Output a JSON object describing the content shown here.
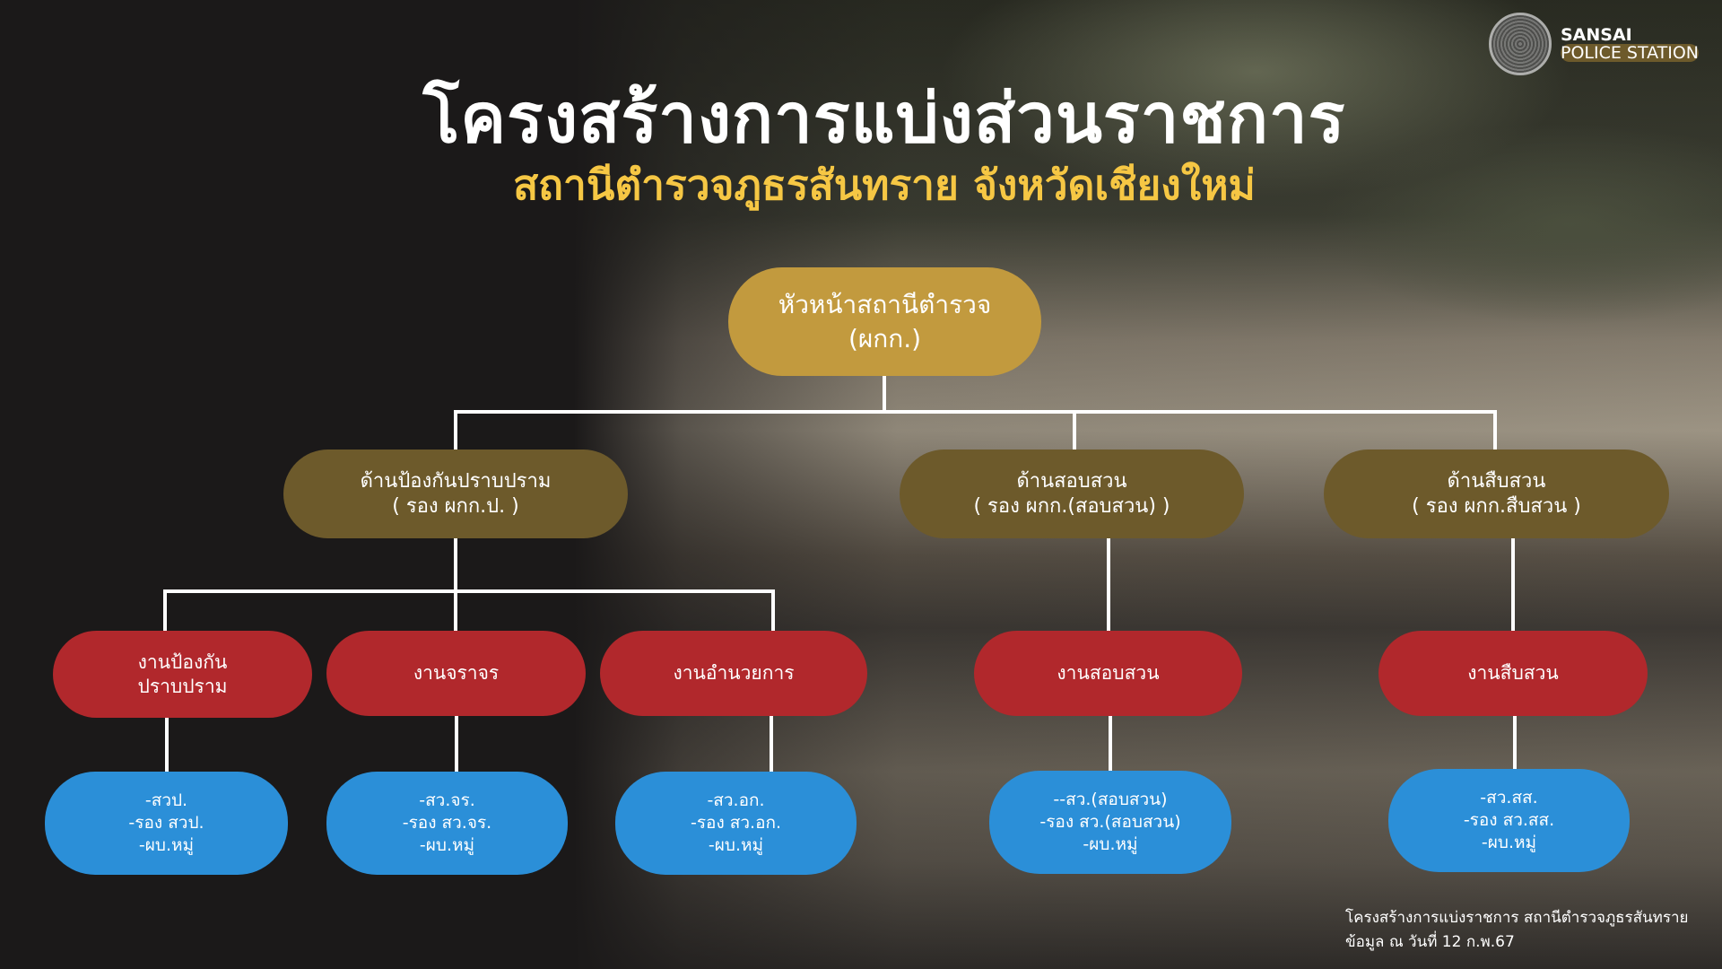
{
  "header": {
    "title": "โครงสร้างการแบ่งส่วนราชการ",
    "subtitle": "สถานีตำรวจภูธรสันทราย จังหวัดเชียงใหม่"
  },
  "logo": {
    "line1": "SANSAI",
    "line2": "POLICE STATION"
  },
  "chart": {
    "head": {
      "line1": "หัวหน้าสถานีตำรวจ",
      "line2": "(ผกก.)"
    },
    "divisions": [
      {
        "line1": "ด้านป้องกันปราบปราม",
        "line2": "( รอง ผกก.ป. )"
      },
      {
        "line1": "ด้านสอบสวน",
        "line2": "( รอง ผกก.(สอบสวน) )"
      },
      {
        "line1": "ด้านสืบสวน",
        "line2": "( รอง ผกก.สืบสวน )"
      }
    ],
    "units": [
      {
        "line1": "งานป้องกัน",
        "line2": "ปราบปราม"
      },
      {
        "line1": "งานจราจร"
      },
      {
        "line1": "งานอำนวยการ"
      },
      {
        "line1": "งานสอบสวน"
      },
      {
        "line1": "งานสืบสวน"
      }
    ],
    "staff": [
      [
        "-สวป.",
        "-รอง สวป.",
        "-ผบ.หมู่"
      ],
      [
        "-สว.จร.",
        "-รอง สว.จร.",
        "-ผบ.หมู่"
      ],
      [
        "-สว.อก.",
        "-รอง สว.อก.",
        "-ผบ.หมู่"
      ],
      [
        "--สว.(สอบสวน)",
        "-รอง สว.(สอบสวน)",
        "-ผบ.หมู่"
      ],
      [
        "-สว.สส.",
        "-รอง สว.สส.",
        "-ผบ.หมู่"
      ]
    ]
  },
  "footer": {
    "line1": "โครงสร้างการแบ่งราชการ สถานีตำรวจภูธรสันทราย",
    "line2": "ข้อมูล ณ วันที่  12 ก.พ.67"
  },
  "colors": {
    "head": "#c29a3e",
    "division": "#6d5a2b",
    "unit": "#b1282c",
    "staff": "#2b8fd8",
    "subtitle": "#f6c744"
  }
}
